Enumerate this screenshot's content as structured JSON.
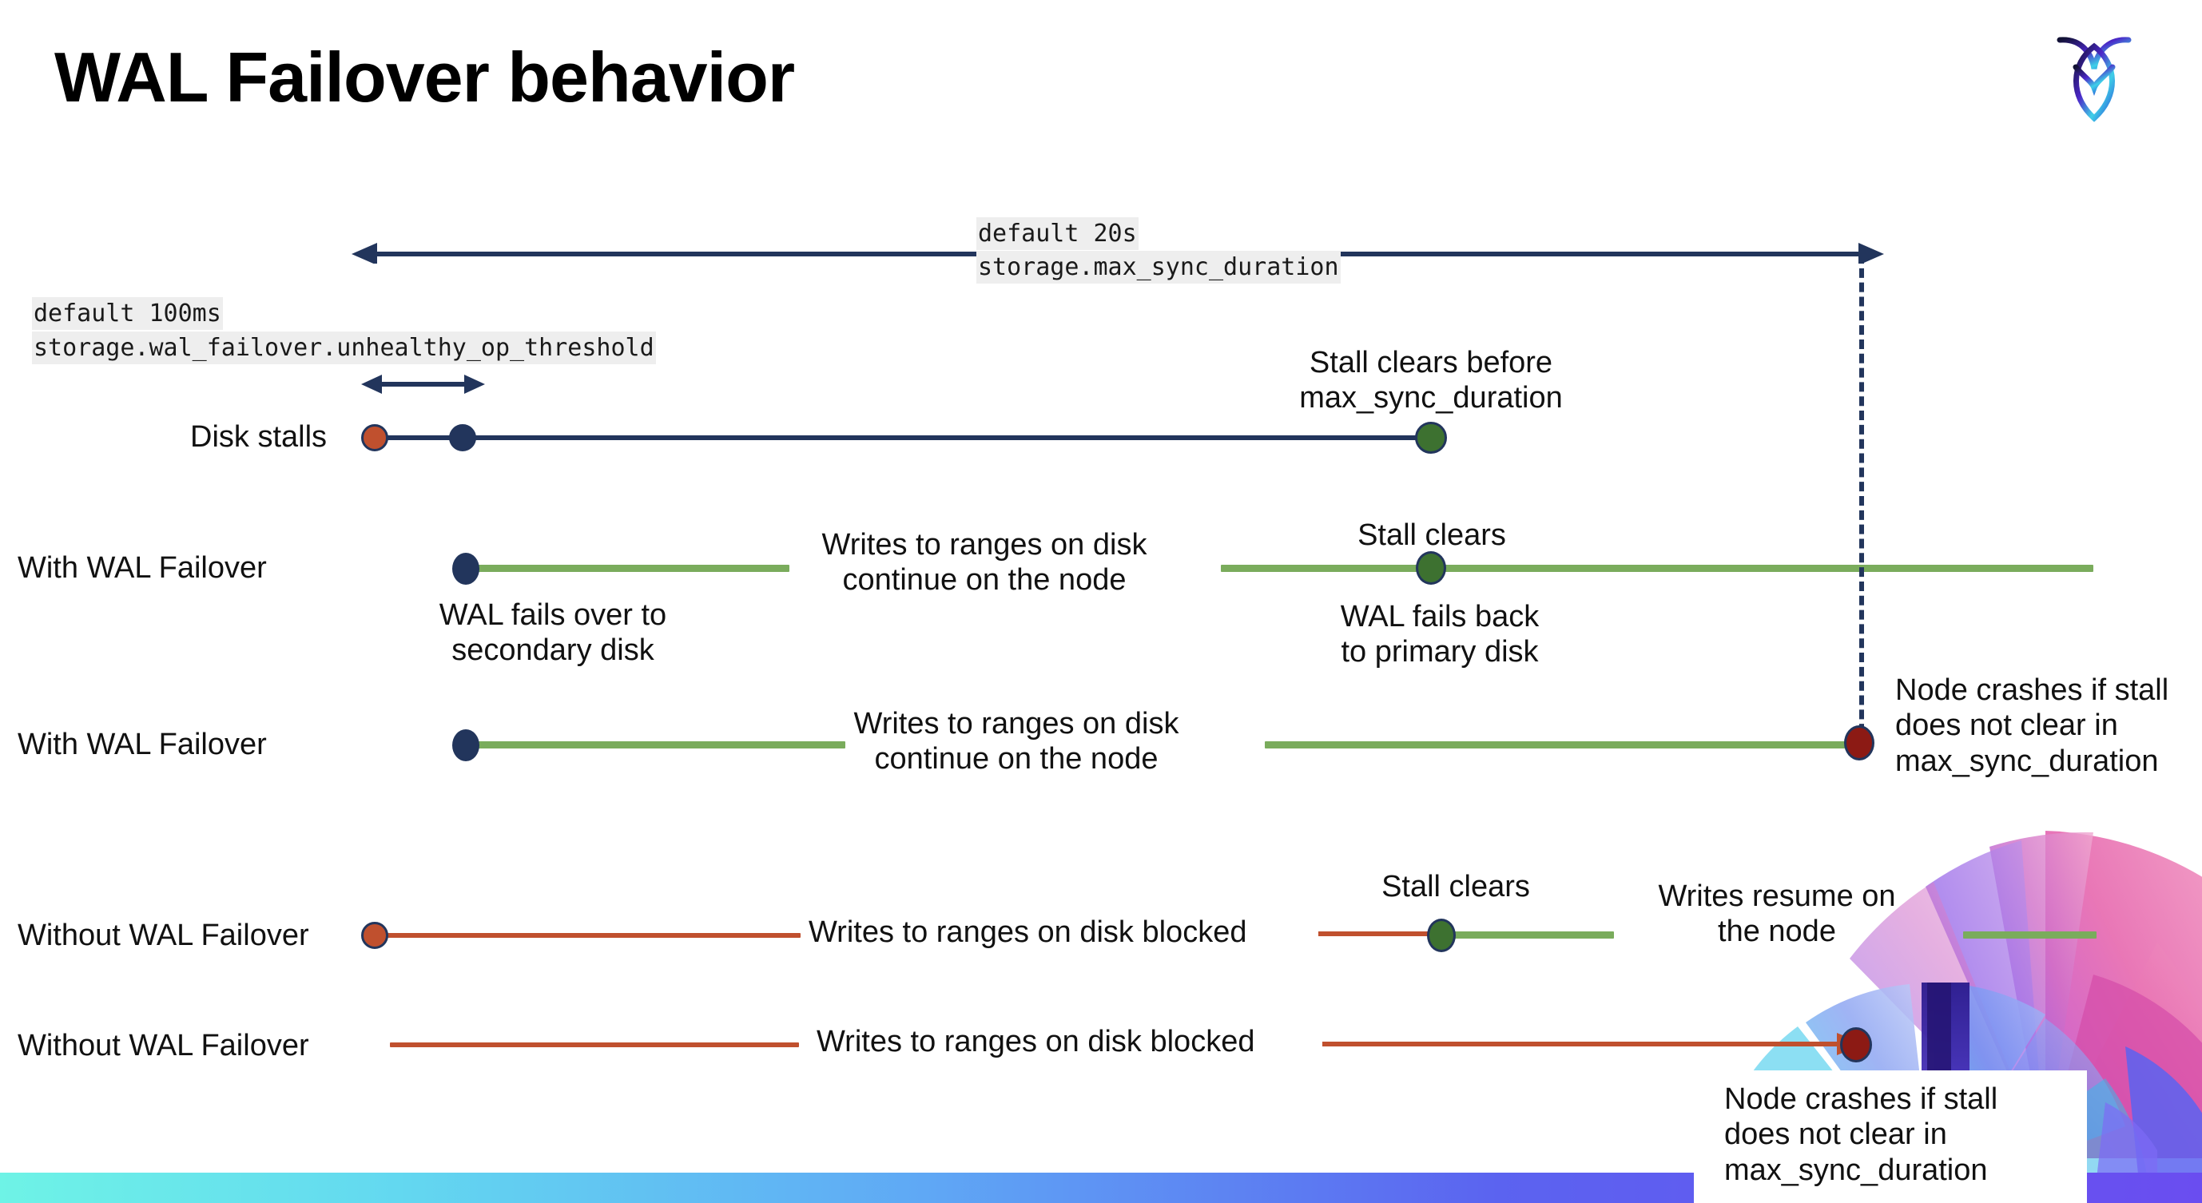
{
  "slide": {
    "title": "WAL Failover behavior",
    "logo_name": "cockroachdb-logo"
  },
  "timeline": {
    "max_sync": {
      "line1": "default 20s",
      "line2": "storage.max_sync_duration"
    },
    "unhealthy_op": {
      "line1": "default 100ms",
      "line2": "storage.wal_failover.unhealthy_op_threshold"
    }
  },
  "rows": [
    {
      "id": "disk-stalls",
      "label": "Disk stalls",
      "notes": [
        {
          "id": "stall-clears-before",
          "text": "Stall clears before\nmax_sync_duration"
        }
      ]
    },
    {
      "id": "with-wal-failover-clears",
      "label": "With WAL Failover",
      "notes": [
        {
          "id": "writes-continue",
          "text": "Writes to ranges on disk\ncontinue on the node"
        },
        {
          "id": "wal-fails-over",
          "text": "WAL fails over to\nsecondary disk"
        },
        {
          "id": "stall-clears",
          "text": "Stall clears"
        },
        {
          "id": "wal-fails-back",
          "text": "WAL fails  back\nto primary disk"
        }
      ]
    },
    {
      "id": "with-wal-failover-crash",
      "label": "With WAL Failover",
      "notes": [
        {
          "id": "writes-continue-2",
          "text": "Writes to ranges on disk\ncontinue on the node"
        },
        {
          "id": "node-crashes-1",
          "text": "Node crashes if stall\ndoes not clear in\nmax_sync_duration"
        }
      ]
    },
    {
      "id": "without-wal-failover-clears",
      "label": "Without WAL Failover",
      "notes": [
        {
          "id": "writes-blocked",
          "text": "Writes to ranges on disk  blocked"
        },
        {
          "id": "stall-clears-2",
          "text": "Stall clears"
        },
        {
          "id": "writes-resume",
          "text": "Writes resume on\nthe node"
        }
      ]
    },
    {
      "id": "without-wal-failover-crash",
      "label": "Without WAL Failover",
      "notes": [
        {
          "id": "writes-blocked-2",
          "text": "Writes to ranges on disk  blocked"
        },
        {
          "id": "node-crashes-2",
          "text": "Node crashes if stall\ndoes not clear in\nmax_sync_duration"
        }
      ]
    }
  ],
  "colors": {
    "navy": "#22355c",
    "green_line": "#7aac5c",
    "green_dot": "#3d7130",
    "red_line": "#c0502e",
    "red_dot": "#c0502e",
    "dark_red_dot": "#8c1a14",
    "code_bg": "#eeeeee"
  }
}
